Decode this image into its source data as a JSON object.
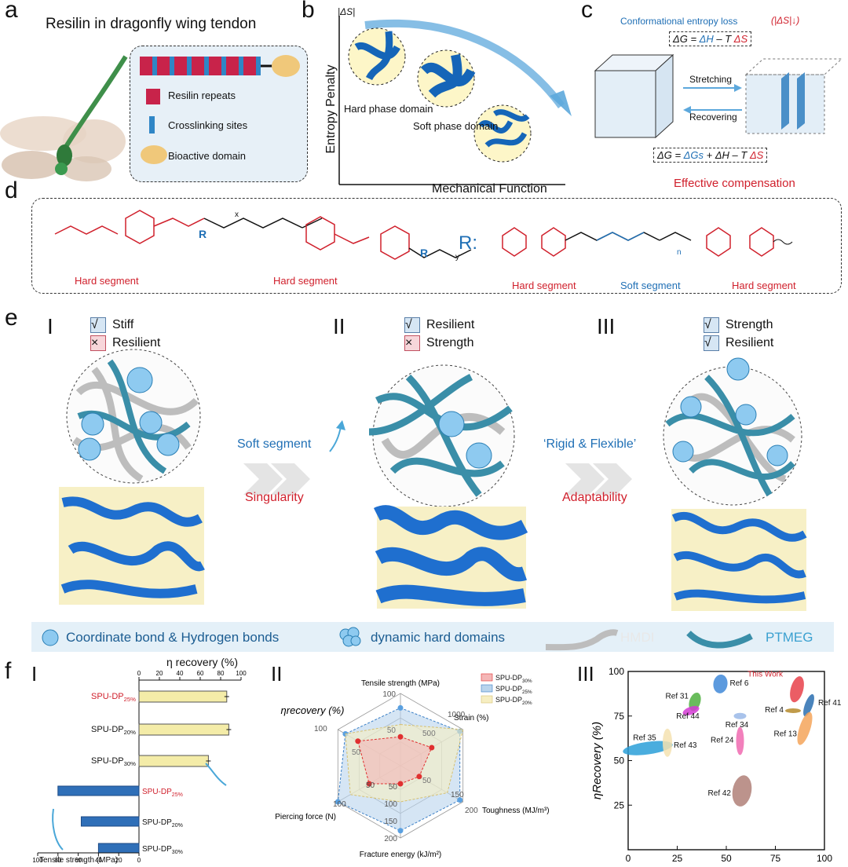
{
  "panels": {
    "a": "a",
    "b": "b",
    "c": "c",
    "d": "d",
    "e": "e",
    "f": "f"
  },
  "panel_a": {
    "title": "Resilin in dragonfly wing tendon",
    "legend": [
      "Resilin repeats",
      "Crosslinking sites",
      "Bioactive domain"
    ]
  },
  "panel_b": {
    "y_axis": "Entropy Penalty",
    "y_symbol": "|ΔS|",
    "x_axis": "Mechanical Function",
    "hard": "Hard phase domain",
    "soft": "Soft phase domain"
  },
  "panel_c": {
    "top_note": "Conformational entropy loss",
    "top_symbol": "(|ΔS|↓)",
    "eq1_a": "ΔG = ",
    "eq1_b": "ΔH",
    "eq1_c": " – T ",
    "eq1_d": "ΔS",
    "stretching": "Stretching",
    "recovering": "Recovering",
    "eq2_a": "ΔG = ",
    "eq2_b": "ΔGs",
    "eq2_c": " + ΔH – T ",
    "eq2_d": "ΔS",
    "compensation": "Effective compensation"
  },
  "panel_d": {
    "x": "x",
    "y": "y",
    "r_label": "R:",
    "r_small": "R",
    "n": "n",
    "labels": [
      "Hard segment",
      "Hard segment",
      "Hard segment",
      "Soft segment",
      "Hard segment"
    ]
  },
  "panel_e": {
    "roman": [
      "I",
      "II",
      "III"
    ],
    "state1": [
      {
        "mark": "√",
        "text": "Stiff"
      },
      {
        "mark": "×",
        "text": "Resilient"
      }
    ],
    "state2": [
      {
        "mark": "√",
        "text": "Resilient"
      },
      {
        "mark": "×",
        "text": "Strength"
      }
    ],
    "state3": [
      {
        "mark": "√",
        "text": "Strength"
      },
      {
        "mark": "√",
        "text": "Resilient"
      }
    ],
    "arrow1_top": "Soft segment",
    "arrow1_bottom": "Singularity",
    "arrow2_top": "‘Rigid & Flexible’",
    "arrow2_bottom": "Adaptability",
    "legend": [
      "Coordinate bond & Hydrogen bonds",
      "dynamic hard domains",
      "HMDI",
      "PTMEG"
    ]
  },
  "panel_f1": {
    "roman": "I",
    "top_axis": "η recovery (%)",
    "top_ticks": [
      "0",
      "20",
      "40",
      "60",
      "80",
      "100"
    ],
    "bottom_axis": "Tensile strength (MPa)",
    "bottom_ticks": [
      "100",
      "80",
      "60",
      "40",
      "20",
      "0"
    ]
  },
  "panel_f2": {
    "roman": "II",
    "axes": [
      "Tensile strength (MPa)",
      "Strain (%)",
      "Toughness (MJ/m³)",
      "Fracture energy (kJ/m²)",
      "Piercing force (N)",
      "ηrecovery (%)"
    ],
    "ticks": {
      "tensile": [
        "50",
        "100"
      ],
      "strain": [
        "500",
        "1000"
      ],
      "toughness": [
        "50",
        "150",
        "200"
      ],
      "fracture": [
        "50",
        "100",
        "150",
        "200"
      ],
      "piercing": [
        "50",
        "100"
      ],
      "recovery": [
        "50",
        "100"
      ]
    },
    "legend": [
      "SPU-DP30%",
      "SPU-DP25%",
      "SPU-DP20%"
    ]
  },
  "panel_f3": {
    "roman": "III",
    "xlabel": "Tensile strength (MPa)",
    "ylabel": "ηRecovery (%)",
    "xticks": [
      "0",
      "25",
      "50",
      "75",
      "100"
    ],
    "yticks": [
      "25",
      "50",
      "75",
      "100"
    ],
    "this_work": "This Work"
  },
  "chart_data": [
    {
      "type": "bar",
      "title": "",
      "xlabel": "η recovery (%)",
      "categories": [
        "SPU-DP25%",
        "SPU-DP20%",
        "SPU-DP30%"
      ],
      "values": [
        86,
        88,
        68
      ],
      "xlim": [
        0,
        100
      ]
    },
    {
      "type": "bar",
      "title": "",
      "xlabel": "Tensile strength (MPa)",
      "categories": [
        "SPU-DP25%",
        "SPU-DP20%",
        "SPU-DP30%"
      ],
      "values": [
        80,
        57,
        40
      ],
      "xlim": [
        100,
        0
      ]
    },
    {
      "type": "radar",
      "axes": [
        "Tensile strength (MPa)",
        "Strain (%)",
        "Toughness (MJ/m³)",
        "Fracture energy (kJ/m²)",
        "Piercing force (N)",
        "ηrecovery (%)"
      ],
      "series": [
        {
          "name": "SPU-DP30%",
          "values": [
            40,
            500,
            60,
            50,
            50,
            68
          ]
        },
        {
          "name": "SPU-DP25%",
          "values": [
            80,
            950,
            190,
            180,
            100,
            88
          ]
        },
        {
          "name": "SPU-DP20%",
          "values": [
            57,
            1000,
            150,
            100,
            80,
            88
          ]
        }
      ]
    },
    {
      "type": "scatter",
      "xlabel": "Tensile strength (MPa)",
      "ylabel": "ηRecovery (%)",
      "xlim": [
        0,
        100
      ],
      "ylim": [
        0,
        100
      ],
      "points": [
        {
          "label": "This Work",
          "x": 86,
          "y": 90,
          "color": "#e8414a"
        },
        {
          "label": "Ref 41",
          "x": 92,
          "y": 81,
          "color": "#2a6fb0"
        },
        {
          "label": "Ref 4",
          "x": 84,
          "y": 78,
          "color": "#b58a2a"
        },
        {
          "label": "Ref 13",
          "x": 90,
          "y": 68,
          "color": "#f4a45a"
        },
        {
          "label": "Ref 6",
          "x": 47,
          "y": 93,
          "color": "#3f88d8"
        },
        {
          "label": "Ref 31",
          "x": 34,
          "y": 83,
          "color": "#4fb040"
        },
        {
          "label": "Ref 44",
          "x": 32,
          "y": 78,
          "color": "#d43ad4"
        },
        {
          "label": "Ref 34",
          "x": 57,
          "y": 75,
          "color": "#9ab8e8"
        },
        {
          "label": "Ref 24",
          "x": 57,
          "y": 61,
          "color": "#f06ab0"
        },
        {
          "label": "Ref 35",
          "x": 10,
          "y": 57,
          "color": "#2a9fd8"
        },
        {
          "label": "Ref 43",
          "x": 20,
          "y": 60,
          "color": "#f4e2b0"
        },
        {
          "label": "Ref 42",
          "x": 58,
          "y": 33,
          "color": "#b08078"
        }
      ]
    }
  ]
}
